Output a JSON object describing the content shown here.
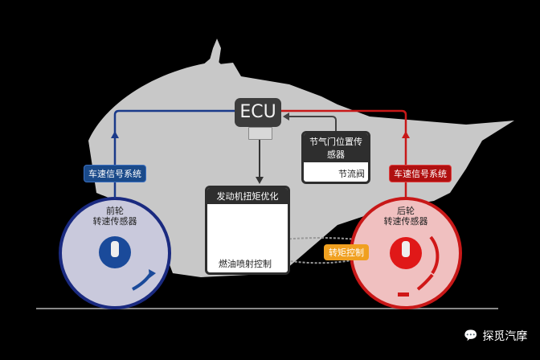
{
  "ecu": {
    "label": "ECU"
  },
  "front": {
    "signal_label": "车速信号系统",
    "sensor_line1": "前轮",
    "sensor_line2": "转速传感器",
    "color": "#1a4a8a"
  },
  "rear": {
    "signal_label": "车速信号系统",
    "sensor_line1": "后轮",
    "sensor_line2": "转速传感器",
    "color": "#c01010"
  },
  "throttle_panel": {
    "title": "节气门位置传感器",
    "caption": "节流阀"
  },
  "engine_panel": {
    "title": "发动机扭矩优化",
    "caption": "燃油喷射控制"
  },
  "torque_label": "转矩控制",
  "brand": {
    "name": "探觅汽摩",
    "icon": "wechat-icon"
  },
  "colors": {
    "background": "#000000",
    "silhouette": "#c8c8c8",
    "torque": "#f0a020"
  }
}
